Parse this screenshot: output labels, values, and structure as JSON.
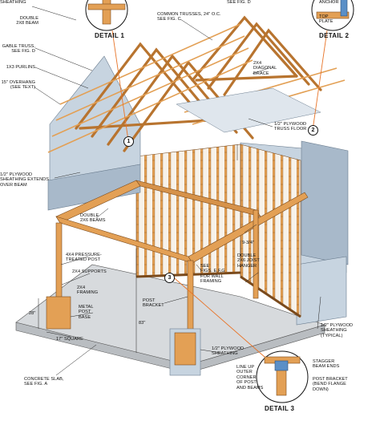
{
  "colors": {
    "wood": "#e3a055",
    "wood_dark": "#b8742f",
    "wood_edge": "#7a4a1c",
    "sheathing": "#c7d4e0",
    "sheathing_dark": "#a8b9ca",
    "slab": "#d7dadd",
    "highlight": "#e8752a",
    "detail_blue": "#5a8fc7"
  },
  "labels": {
    "sheathing_top": "SHEATHING",
    "double_2x8_beam": "DOUBLE\n2x8 BEAM",
    "gable_truss": "GABLE TRUSS,\nSEE FIG. D",
    "purlins": "1x3 PURLINS",
    "overhang": "15\" OVERHANG\n(SEE TEXT)",
    "common_trusses": "COMMON TRUSSES, 24\" O.C.\nSEE FIG. C",
    "see_fig_d_top": "SEE FIG. D",
    "diagonal_brace": "2x4\nDIAGONAL\nBRACE",
    "truss_floor": "1/2\" PLYWOOD\nTRUSS FLOOR",
    "plywood_extends": "1/2\" PLYWOOD\nSHEATHING EXTENDS\nOVER BEAM",
    "double_2x6_beams": "DOUBLE\n2x6 BEAMS",
    "post_4x4": "4x4 PRESSURE-\nTREATED POST",
    "supports_2x4": "2x4 SUPPORTS",
    "framing_2x4": "2x4\nFRAMING",
    "metal_post_base": "METAL\nPOST\nBASE",
    "dim_28": "28\"",
    "dim_17": "17\" SQUARE",
    "see_figs": "SEE\nFIGS. E,F,G\nFOR WALL\nFRAMING",
    "post_bracket": "POST\nBRACKET",
    "dim_83": "83\"",
    "dim_934": "9-3/4\"",
    "double_joist_hanger": "DOUBLE\n2x6 JOIST\nHANGER",
    "plywood_sheathing_mid": "1/2\" PLYWOOD\nSHEATHING",
    "plywood_sheathing_typical": "1/2\" PLYWOOD\nSHEATHING\n(TYPICAL)",
    "concrete_slab": "CONCRETE SLAB,\nSEE FIG. A",
    "line_up": "LINE UP\nOUTER\nCORNER\nOF POST\nAND BEAMS",
    "stagger_beam": "STAGGER\nBEAM ENDS",
    "post_bracket_bend": "POST BRACKET\n(BEND FLANGE\nDOWN)",
    "anchor": "ANCHOR",
    "top_plate": "TOP\nPLATE"
  },
  "details": {
    "detail1": "DETAIL 1",
    "detail2": "DETAIL 2",
    "detail3": "DETAIL 3"
  },
  "callouts": {
    "c1": "1",
    "c2": "2",
    "c3": "3"
  }
}
